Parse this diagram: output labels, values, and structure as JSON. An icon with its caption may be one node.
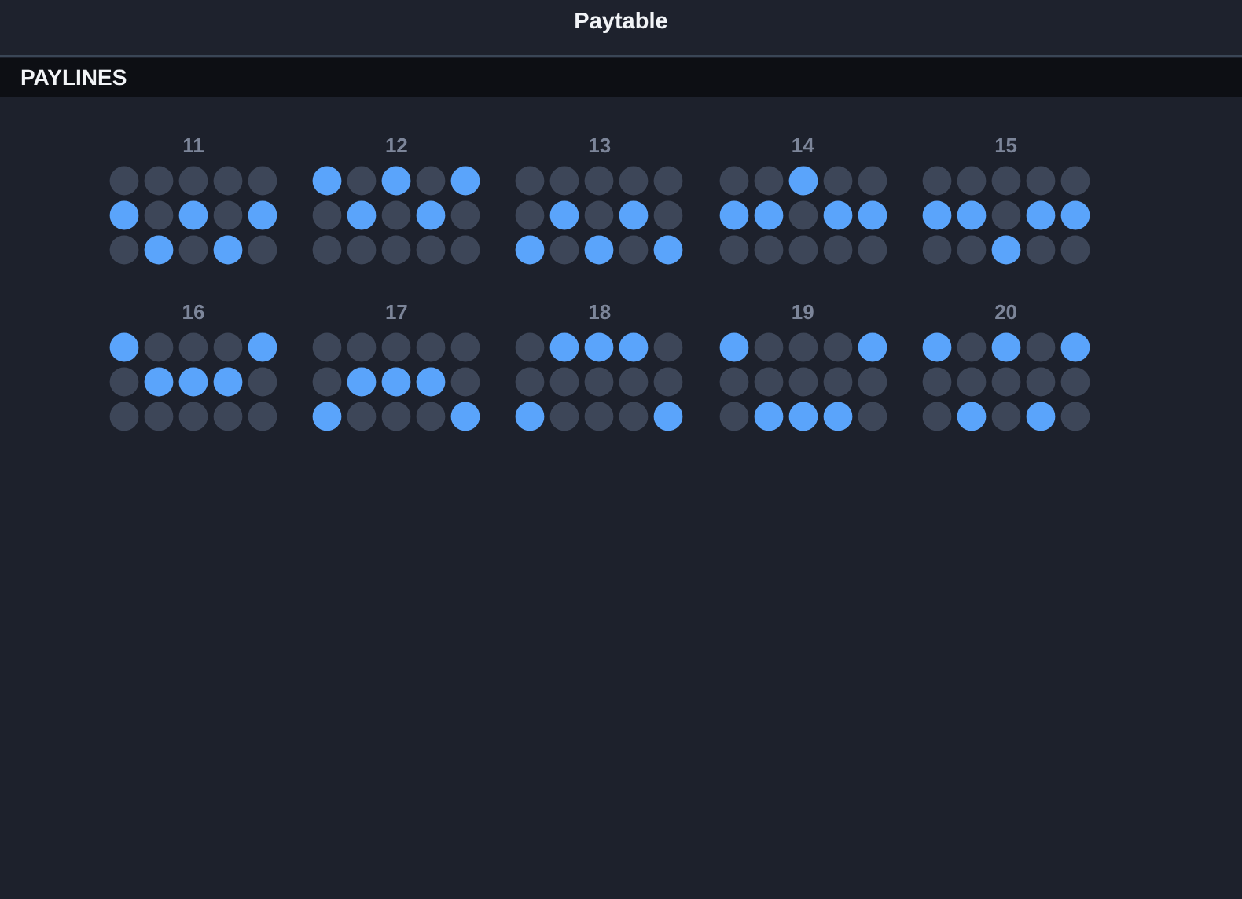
{
  "diagram": {
    "title": "Paytable",
    "nodes": [
      {
        "text": [
          "PAYLINES"
        ]
      }
    ],
    "labels": [
      "11",
      "12",
      "13",
      "14",
      "15",
      "16",
      "17",
      "18",
      "19",
      "20"
    ]
  }
}
